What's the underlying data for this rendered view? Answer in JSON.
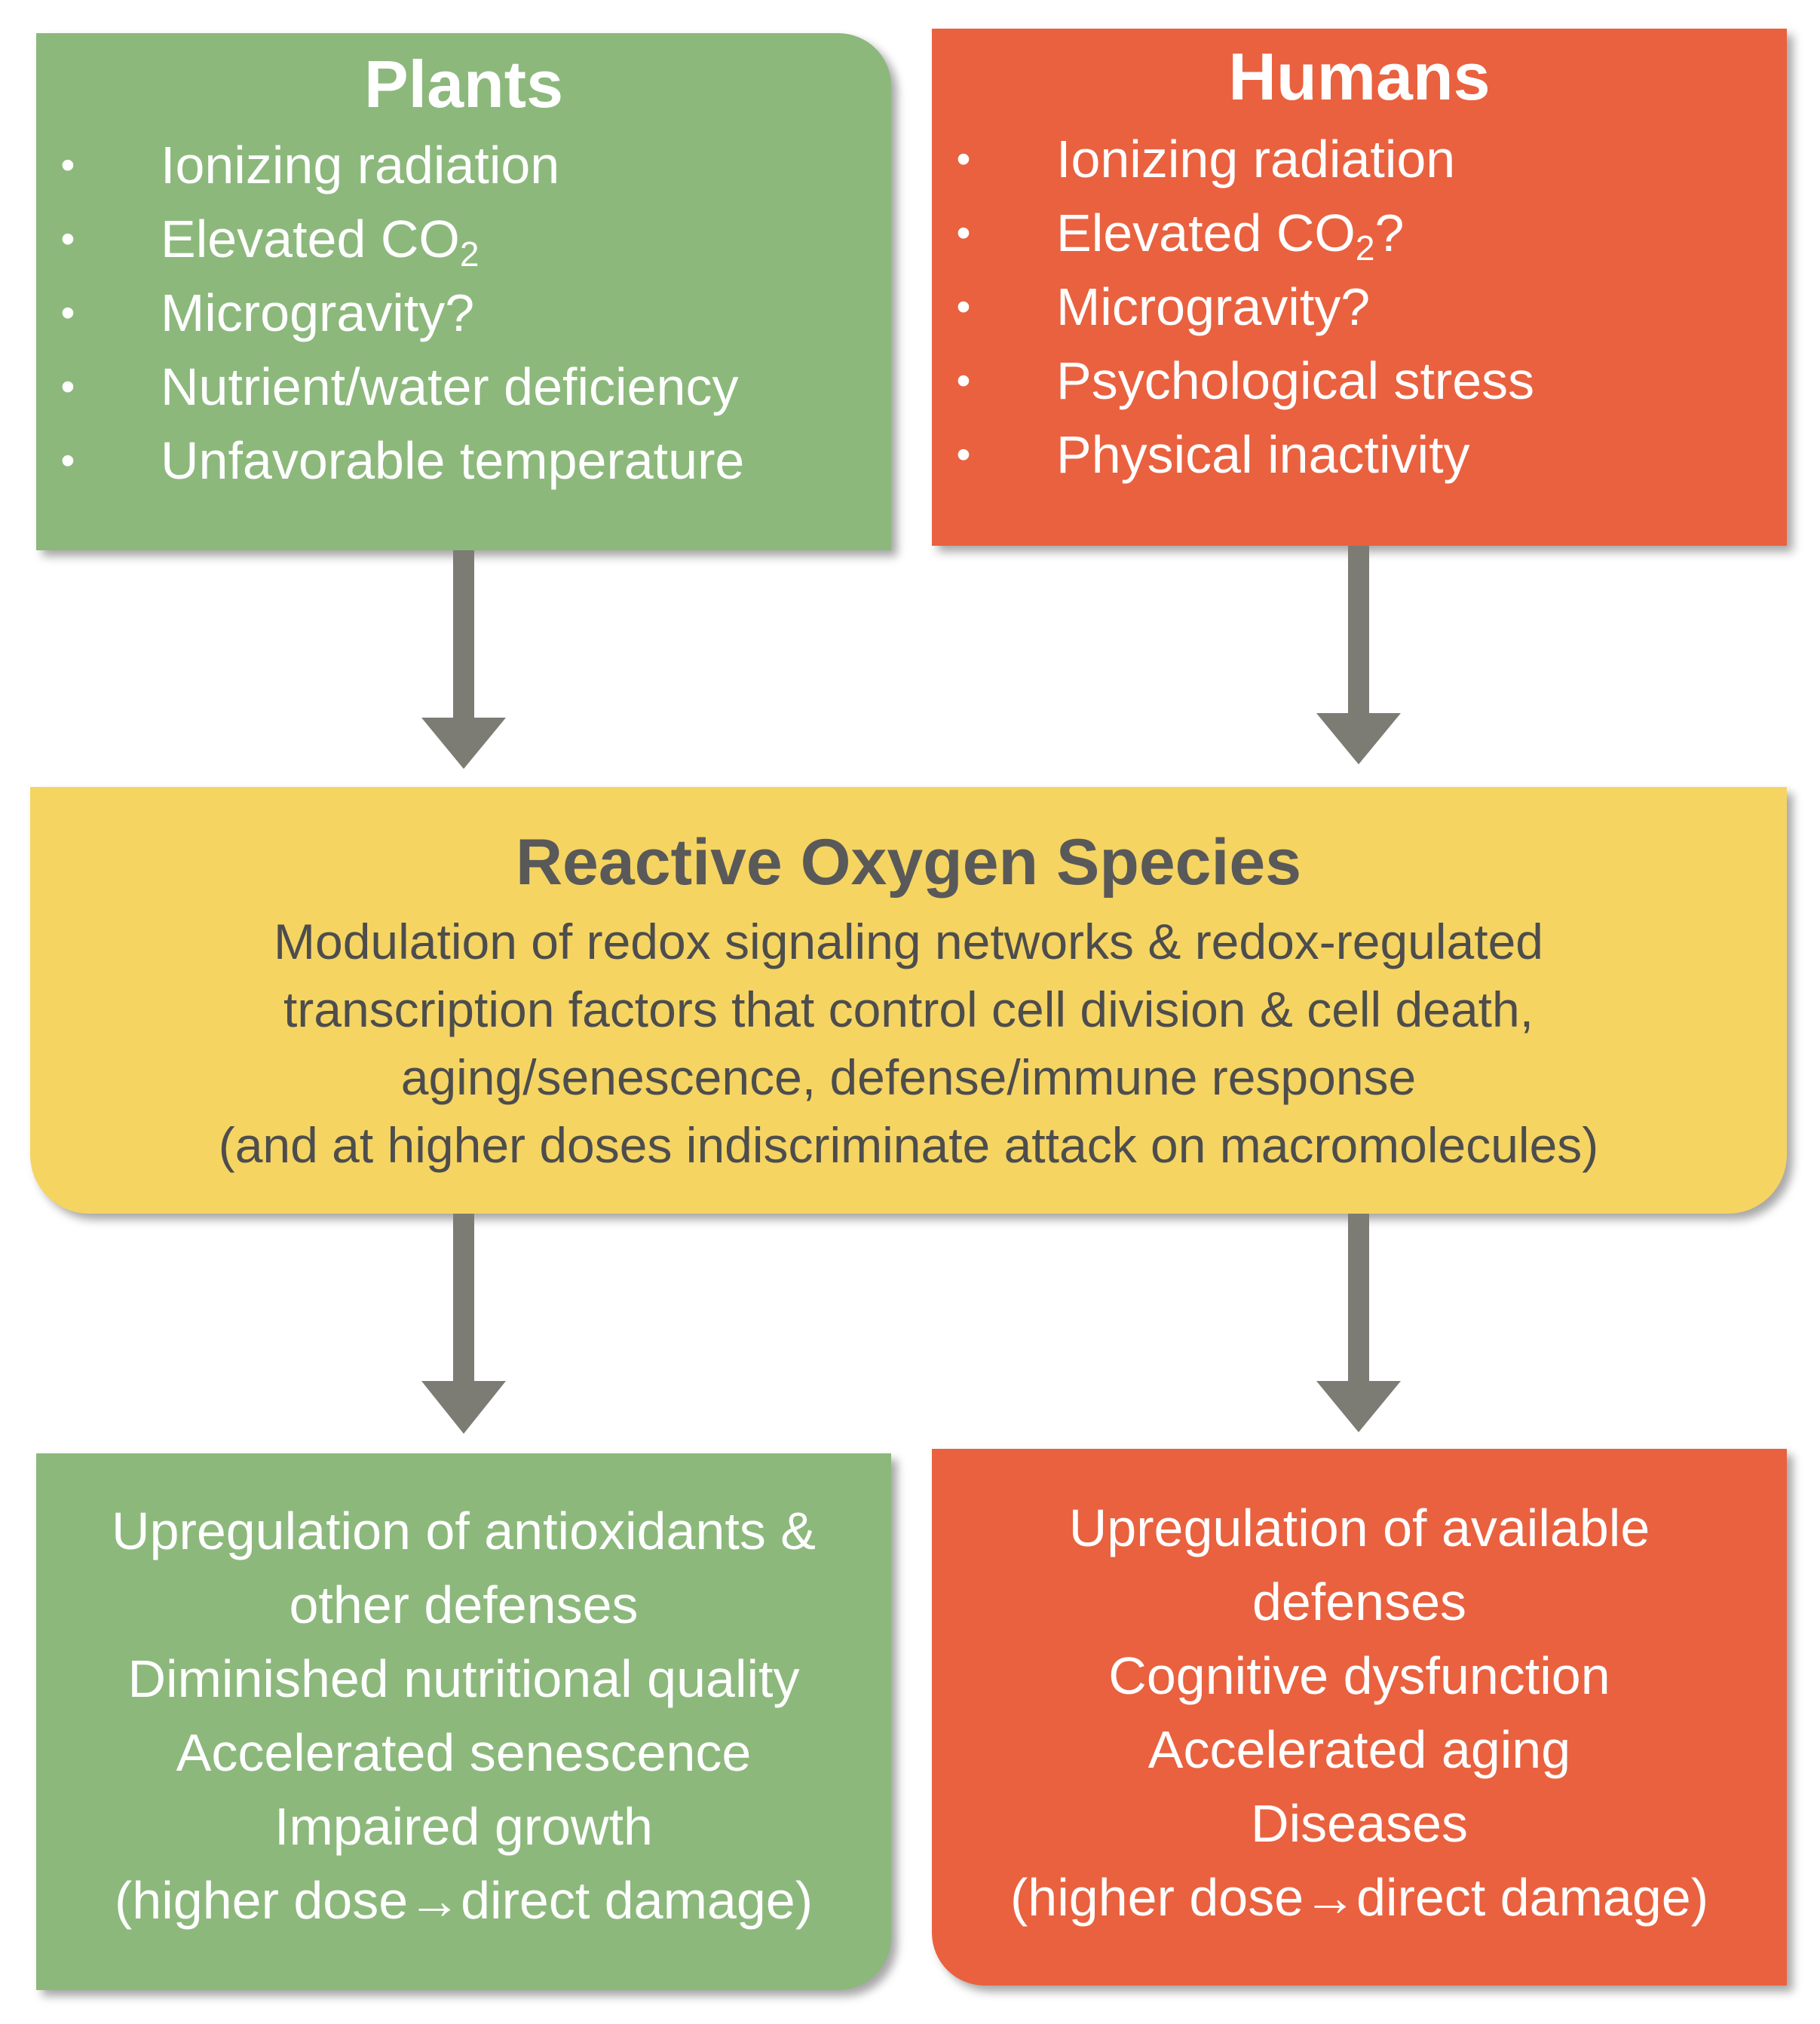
{
  "plants": {
    "title": "Plants",
    "bullet": "•",
    "stressors": [
      {
        "text": "Ionizing radiation",
        "sub": "",
        "suffix": ""
      },
      {
        "text": "Elevated CO",
        "sub": "2",
        "suffix": ""
      },
      {
        "text": "Microgravity?",
        "sub": "",
        "suffix": ""
      },
      {
        "text": "Nutrient/water deficiency",
        "sub": "",
        "suffix": ""
      },
      {
        "text": "Unfavorable temperature",
        "sub": "",
        "suffix": ""
      }
    ],
    "effects": [
      "Upregulation of antioxidants &",
      "other defenses",
      "Diminished nutritional quality",
      "Accelerated senescence",
      "Impaired growth",
      "(higher dose→direct damage)"
    ]
  },
  "humans": {
    "title": "Humans",
    "bullet": "•",
    "stressors": [
      {
        "text": "Ionizing radiation",
        "sub": "",
        "suffix": ""
      },
      {
        "text": "Elevated CO",
        "sub": "2",
        "suffix": "?"
      },
      {
        "text": "Microgravity?",
        "sub": "",
        "suffix": ""
      },
      {
        "text": "Psychological stress",
        "sub": "",
        "suffix": ""
      },
      {
        "text": "Physical inactivity",
        "sub": "",
        "suffix": ""
      }
    ],
    "effects": [
      "Upregulation of available",
      "defenses",
      "Cognitive dysfunction",
      "Accelerated aging",
      "Diseases",
      "(higher dose→direct damage)"
    ]
  },
  "ros": {
    "title": "Reactive Oxygen Species",
    "lines": [
      "Modulation of redox signaling networks & redox-regulated",
      "transcription factors that control cell division & cell death,",
      "aging/senescence, defense/immune response",
      "(and at higher doses indiscriminate attack on macromolecules)"
    ]
  },
  "colors": {
    "plants": "#8cb87c",
    "humans": "#e9613f",
    "ros": "#f5d462",
    "arrow": "#7c7b74"
  }
}
